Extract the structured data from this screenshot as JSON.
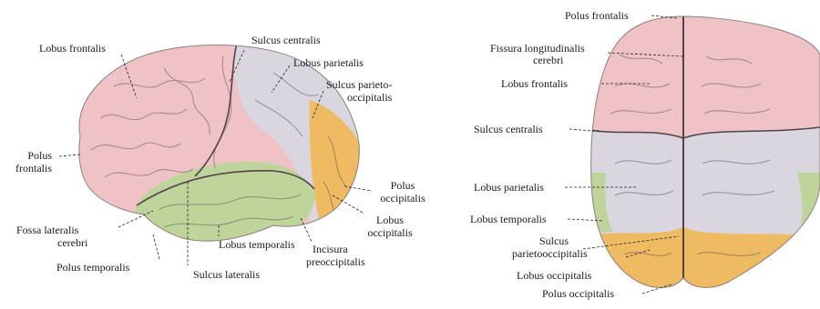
{
  "colors": {
    "frontal": "#efc3c6",
    "parietal": "#d9d6df",
    "temporal": "#bfd49a",
    "occipital": "#eebb63",
    "background": "#ffffff",
    "leader_line": "#222222"
  },
  "lateral_view": {
    "labels": {
      "lobus_frontalis": "Lobus frontalis",
      "sulcus_centralis": "Sulcus centralis",
      "lobus_parietalis": "Lobus parietalis",
      "sulcus_parieto_occipitalis_1": "Sulcus parieto-",
      "sulcus_parieto_occipitalis_2": "occipitalis",
      "polus_frontalis_1": "Polus",
      "polus_frontalis_2": "frontalis",
      "polus_occipitalis_1": "Polus",
      "polus_occipitalis_2": "occipitalis",
      "lobus_occipitalis_1": "Lobus",
      "lobus_occipitalis_2": "occipitalis",
      "fossa_lateralis_1": "Fossa lateralis",
      "fossa_lateralis_2": "cerebri",
      "lobus_temporalis": "Lobus temporalis",
      "incisura_1": "Incisura",
      "incisura_2": "preoccipitalis",
      "polus_temporalis": "Polus temporalis",
      "sulcus_lateralis": "Sulcus lateralis"
    }
  },
  "superior_view": {
    "labels": {
      "polus_frontalis": "Polus frontalis",
      "fissura_1": "Fissura longitudinalis",
      "fissura_2": "cerebri",
      "lobus_frontalis": "Lobus frontalis",
      "sulcus_centralis": "Sulcus centralis",
      "lobus_parietalis": "Lobus parietalis",
      "lobus_temporalis": "Lobus temporalis",
      "sulcus_parietooccipitalis_1": "Sulcus",
      "sulcus_parietooccipitalis_2": "parietooccipitalis",
      "lobus_occipitalis": "Lobus occipitalis",
      "polus_occipitalis": "Polus occipitalis"
    }
  }
}
